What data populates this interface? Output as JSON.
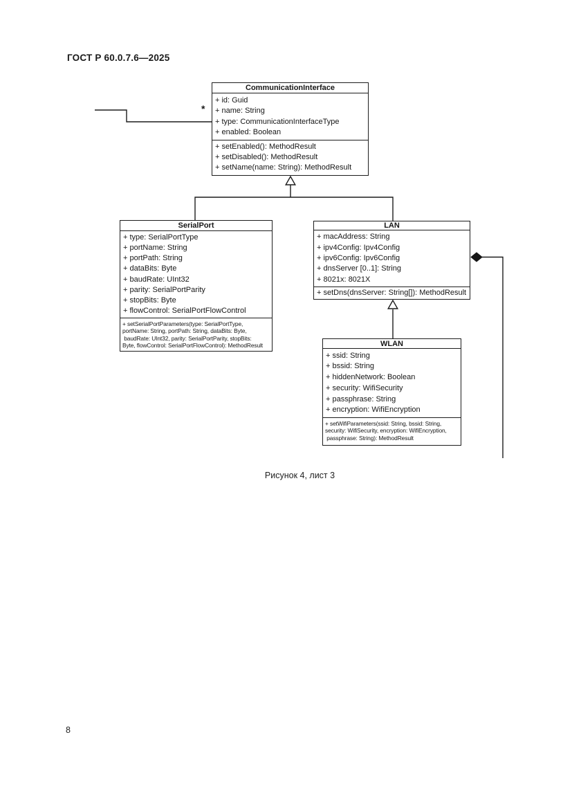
{
  "document": {
    "header": "ГОСТ Р 60.0.7.6—2025",
    "figure_caption": "Рисунок 4, лист 3",
    "page_number": "8"
  },
  "diagram": {
    "association_multiplicity": "*",
    "icons": {
      "generalization": "hollow-triangle-arrow",
      "composition": "filled-diamond"
    },
    "colors": {
      "line": "#1c1c1c",
      "text": "#161616",
      "background": "#ffffff"
    },
    "classes": {
      "communication_interface": {
        "title": "CommunicationInterface",
        "attributes": [
          "+ id: Guid",
          "+ name: String",
          "+ type: CommunicationInterfaceType",
          "+ enabled: Boolean"
        ],
        "methods": [
          "+ setEnabled(): MethodResult",
          "+ setDisabled(): MethodResult",
          "+ setName(name: String): MethodResult"
        ]
      },
      "serial_port": {
        "title": "SerialPort",
        "attributes": [
          "+ type: SerialPortType",
          "+ portName: String",
          "+ portPath: String",
          "+ dataBits: Byte",
          "+ baudRate: UInt32",
          "+ parity: SerialPortParity",
          "+ stopBits: Byte",
          "+ flowControl: SerialPortFlowControl"
        ],
        "method_lines": [
          "+ setSerialPortParameters(type: SerialPortType,",
          "portName: String, portPath: String, dataBits: Byte,",
          " baudRate: UInt32, parity: SerialPortParity, stopBits:",
          "Byte, flowControl: SerialPortFlowControl): MethodResult"
        ]
      },
      "lan": {
        "title": "LAN",
        "attributes": [
          "+ macAddress: String",
          "+ ipv4Config: Ipv4Config",
          "+ ipv6Config: Ipv6Config",
          "+ dnsServer [0..1]: String",
          "+ 8021x: 8021X"
        ],
        "methods": [
          "+ setDns(dnsServer: String[]): MethodResult"
        ]
      },
      "wlan": {
        "title": "WLAN",
        "attributes": [
          "+ ssid: String",
          "+ bssid: String",
          "+ hiddenNetwork: Boolean",
          "+ security: WifiSecurity",
          "+ passphrase: String",
          "+ encryption: WifiEncryption"
        ],
        "method_lines": [
          "+ setWifiParameters(ssid: String, bssid: String,",
          "security: WifiSecurity, encryption: WifiEncryption,",
          " passphrase: String): MethodResult"
        ]
      }
    }
  }
}
